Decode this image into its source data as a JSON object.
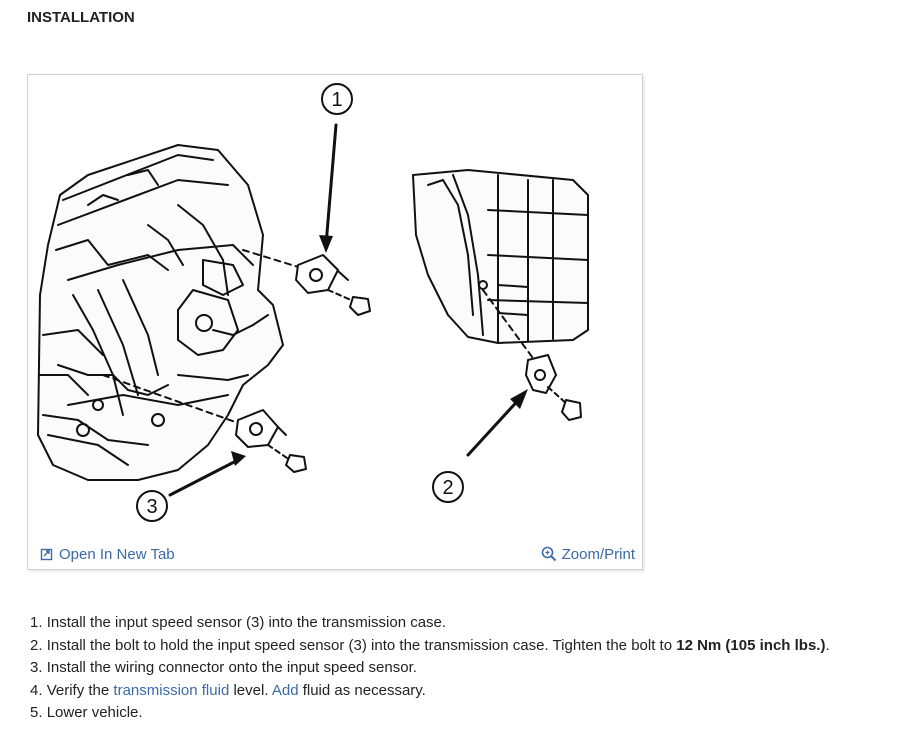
{
  "heading": "INSTALLATION",
  "figure": {
    "callouts": [
      "1",
      "2",
      "3"
    ],
    "open_tab_label": "Open In New Tab",
    "zoom_label": "Zoom/Print",
    "icons": {
      "open_tab": "external-tab-icon",
      "zoom": "magnifier-icon"
    },
    "link_color": "#3b6aa8"
  },
  "steps": [
    {
      "num": "1.",
      "text": "Install the input speed sensor (3) into the transmission case."
    },
    {
      "num": "2.",
      "text_before": "Install the bolt to hold the input speed sensor (3) into the transmission case. Tighten the bolt to",
      "bold": "12 Nm (105 inch lbs.)",
      "text_after": "."
    },
    {
      "num": "3.",
      "text": "Install the wiring connector onto the input speed sensor."
    },
    {
      "num": "4.",
      "text_before": "Verify the",
      "link1": "transmission fluid",
      "text_mid": "level.",
      "link2": "Add",
      "text_after": "fluid as necessary."
    },
    {
      "num": "5.",
      "text": "Lower vehicle."
    }
  ]
}
